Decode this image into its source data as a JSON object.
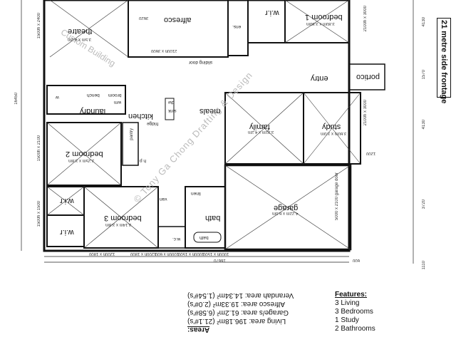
{
  "plan": {
    "rooms": {
      "theatre": "theatre",
      "theatre_dims": "3.5m x 4.2m",
      "alfresco": "alfresco",
      "wir_top": "w.i.r",
      "bedroom1": "bedroom 1",
      "bedroom1_dims": "3.80m x 3.80m",
      "ens": "ens.",
      "laundry": "laundry",
      "broom": "broom",
      "meals": "meals",
      "kitchen": "kitchen",
      "family": "family",
      "family_dims": "3.92m x 4.2m",
      "entry": "entry",
      "portico": "portico",
      "study": "study",
      "study_dims": "3.60m x 3.0m",
      "bedroom2": "bedroom 2",
      "bedroom2_dims": "3.25m x 3.8m",
      "pantry": "pantry",
      "linen": "linen",
      "wir_left": "w.i.r",
      "bedroom3": "bedroom 3",
      "bedroom3_dims": "3.14m x 3.8m",
      "wir_bottom": "w.i.r",
      "bath": "bath",
      "wc": "w.c.",
      "van": "van",
      "garage": "garage",
      "garage_dims": "4.22m x 6.0m",
      "garage_door": "5000 x 2100 garage door",
      "sliding_door": "sliding door",
      "bench": "bench",
      "wall_label": "w",
      "fridge": "fridge",
      "sink": "sink",
      "dw": "dw",
      "wm": "wm",
      "hp": "h p"
    },
    "dims": {
      "alfresco_win": "2100h x 3600",
      "alfresco_dims": "3620",
      "width_total": "16670",
      "bottom1": "1200h x 1800",
      "bottom2": "1200h x 1800",
      "bottom3": "1000h x 1500",
      "bottom4": "1000h x 600",
      "bottom5": "1000h x 1500",
      "bottom_r": "600",
      "left_total": "16450",
      "left1": "1500h x 2400",
      "left2": "1500h x 2100",
      "left3": "1500h x 1500",
      "right1": "2100h x 3000",
      "right2": "2100h x 3000",
      "right_study": "1200",
      "far_right1": "4130",
      "far_right2": "1570",
      "far_right3": "4130",
      "far_right4": "3720",
      "far_right5": "1110"
    },
    "frontage": "21 metre side frontage",
    "watermark": "© Tony Ga Chong Drafting & Design",
    "watermark2": "Custom Building"
  },
  "areas": {
    "heading": "Areas:",
    "living": "Living area: 196.18m² (21.1#'s)",
    "garage": "Garage/s area: 61.2m² (6.58#'s)",
    "alfresco": "Alfresco area: 19.33m² (2.0#'s)",
    "verandah": "Verandah area: 14.34m² (1.54#'s)"
  },
  "features": {
    "heading": "Features:",
    "items": [
      "3 Living",
      "3 Bedrooms",
      "1 Study",
      "2 Bathrooms"
    ]
  }
}
